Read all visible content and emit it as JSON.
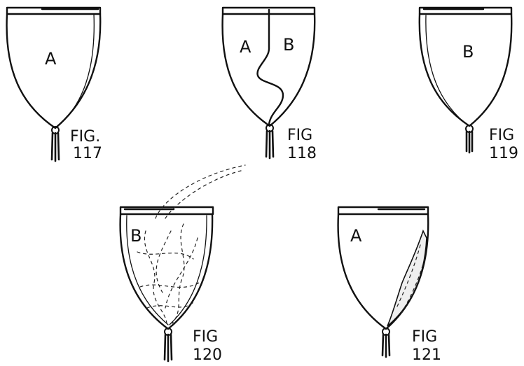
{
  "figures": [
    {
      "part_label": "A",
      "fig_word": "FIG.",
      "fig_number": "117"
    },
    {
      "part_label_left": "A",
      "part_label_right": "B",
      "fig_word": "FIG",
      "fig_number": "118"
    },
    {
      "part_label": "B",
      "fig_word": "FIG",
      "fig_number": "119"
    },
    {
      "part_label": "B",
      "fig_word": "FIG",
      "fig_number": "120"
    },
    {
      "part_label": "A",
      "fig_word": "FIG",
      "fig_number": "121"
    }
  ]
}
